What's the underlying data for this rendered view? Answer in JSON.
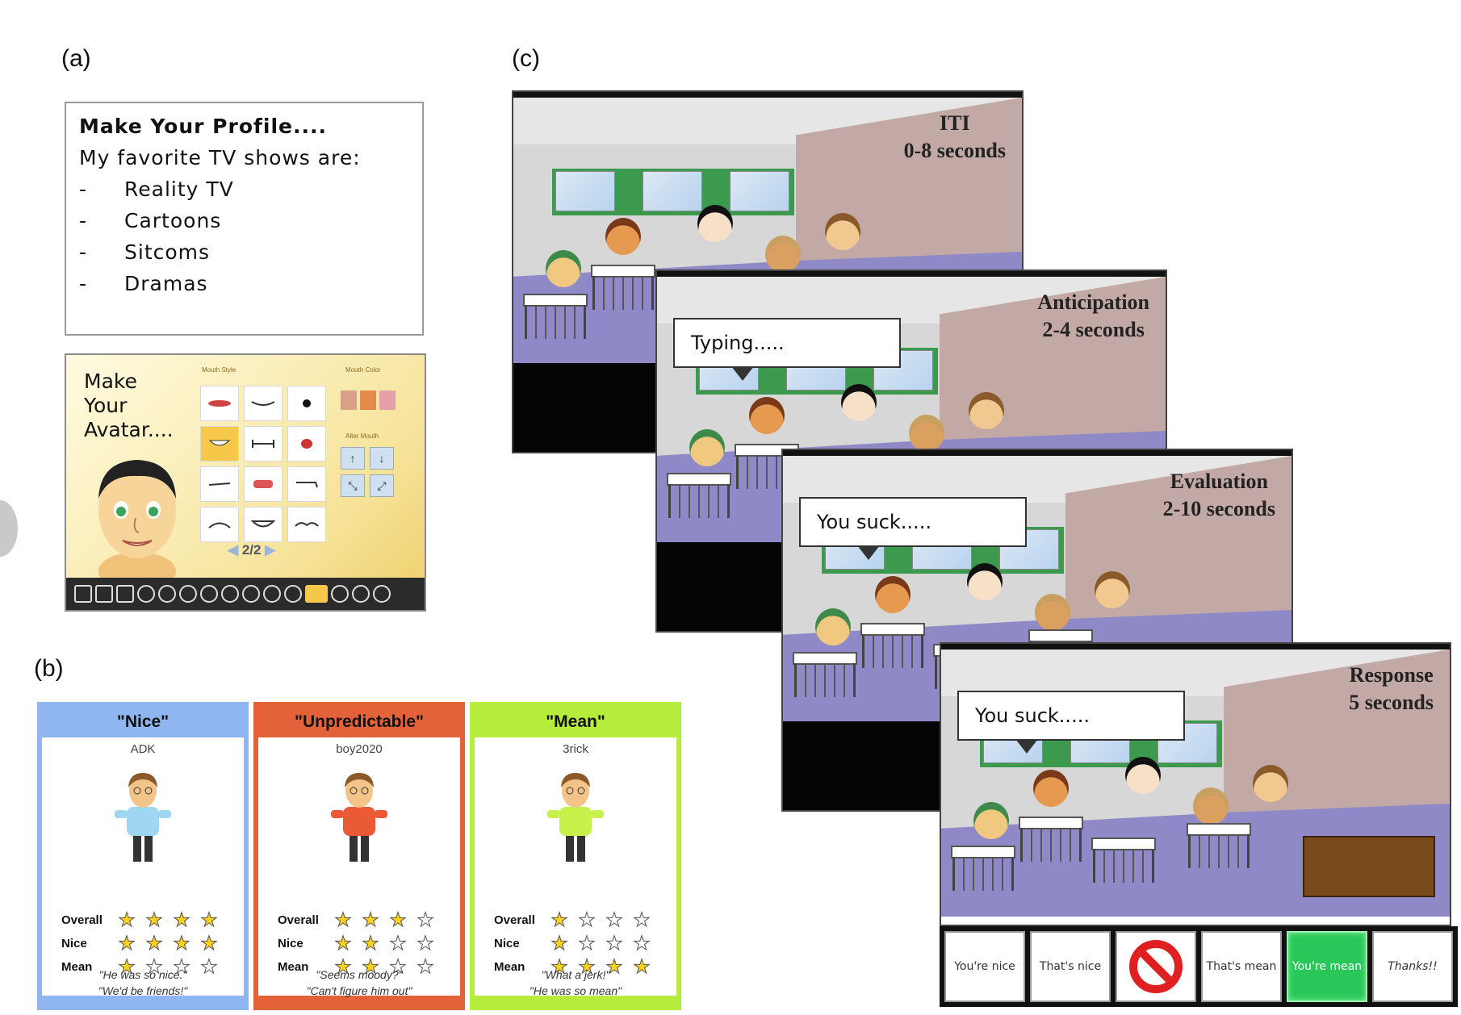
{
  "labels": {
    "a": "(a)",
    "b": "(b)",
    "c": "(c)"
  },
  "profile": {
    "title": "Make Your Profile....",
    "subtitle": "My favorite TV shows are:",
    "items": [
      "Reality TV",
      "Cartoons",
      "Sitcoms",
      "Dramas"
    ],
    "bullet": "-"
  },
  "avatar_maker": {
    "title_lines": [
      "Make",
      "Your",
      "Avatar...."
    ],
    "grid_header": "Mouth Style",
    "color_header": "Mouth Color",
    "adjust_header": "Alter Mouth",
    "pager": "2/2",
    "colors": [
      "#d9a088",
      "#e48a4a",
      "#e6a0a8"
    ]
  },
  "cards": [
    {
      "type": "\"Nice\"",
      "user": "ADK",
      "color": "#8fb6f0",
      "shirt": "#9fd6f2",
      "ratings": [
        {
          "label": "Overall",
          "stars": 4
        },
        {
          "label": "Nice",
          "stars": 4
        },
        {
          "label": "Mean",
          "stars": 1
        }
      ],
      "quotes": [
        "\"He was so nice.\"",
        "\"We'd be friends!\""
      ]
    },
    {
      "type": "\"Unpredictable\"",
      "user": "boy2020",
      "color": "#e4623a",
      "shirt": "#ea5a36",
      "ratings": [
        {
          "label": "Overall",
          "stars": 3
        },
        {
          "label": "Nice",
          "stars": 2
        },
        {
          "label": "Mean",
          "stars": 2
        }
      ],
      "quotes": [
        "\"Seems moody?\"",
        "\"Can't figure him out\""
      ]
    },
    {
      "type": "\"Mean\"",
      "user": "3rick",
      "color": "#b6ec3c",
      "shirt": "#c8f04a",
      "ratings": [
        {
          "label": "Overall",
          "stars": 1
        },
        {
          "label": "Nice",
          "stars": 1
        },
        {
          "label": "Mean",
          "stars": 4
        }
      ],
      "quotes": [
        "\"What a jerk!\"",
        "\"He was so mean\""
      ]
    }
  ],
  "scenes": [
    {
      "phase": "ITI",
      "duration": "0-8 seconds",
      "bubble": ""
    },
    {
      "phase": "Anticipation",
      "duration": "2-4 seconds",
      "bubble": "Typing....."
    },
    {
      "phase": "Evaluation",
      "duration": "2-10 seconds",
      "bubble": "You suck....."
    },
    {
      "phase": "Response",
      "duration": "5 seconds",
      "bubble": "You suck....."
    }
  ],
  "responses": [
    {
      "text": "You're nice",
      "style": "normal"
    },
    {
      "text": "That's nice",
      "style": "normal"
    },
    {
      "text": "",
      "style": "no-icon"
    },
    {
      "text": "That's mean",
      "style": "normal"
    },
    {
      "text": "You're mean",
      "style": "green"
    },
    {
      "text": "Thanks!!",
      "style": "thanks"
    }
  ]
}
